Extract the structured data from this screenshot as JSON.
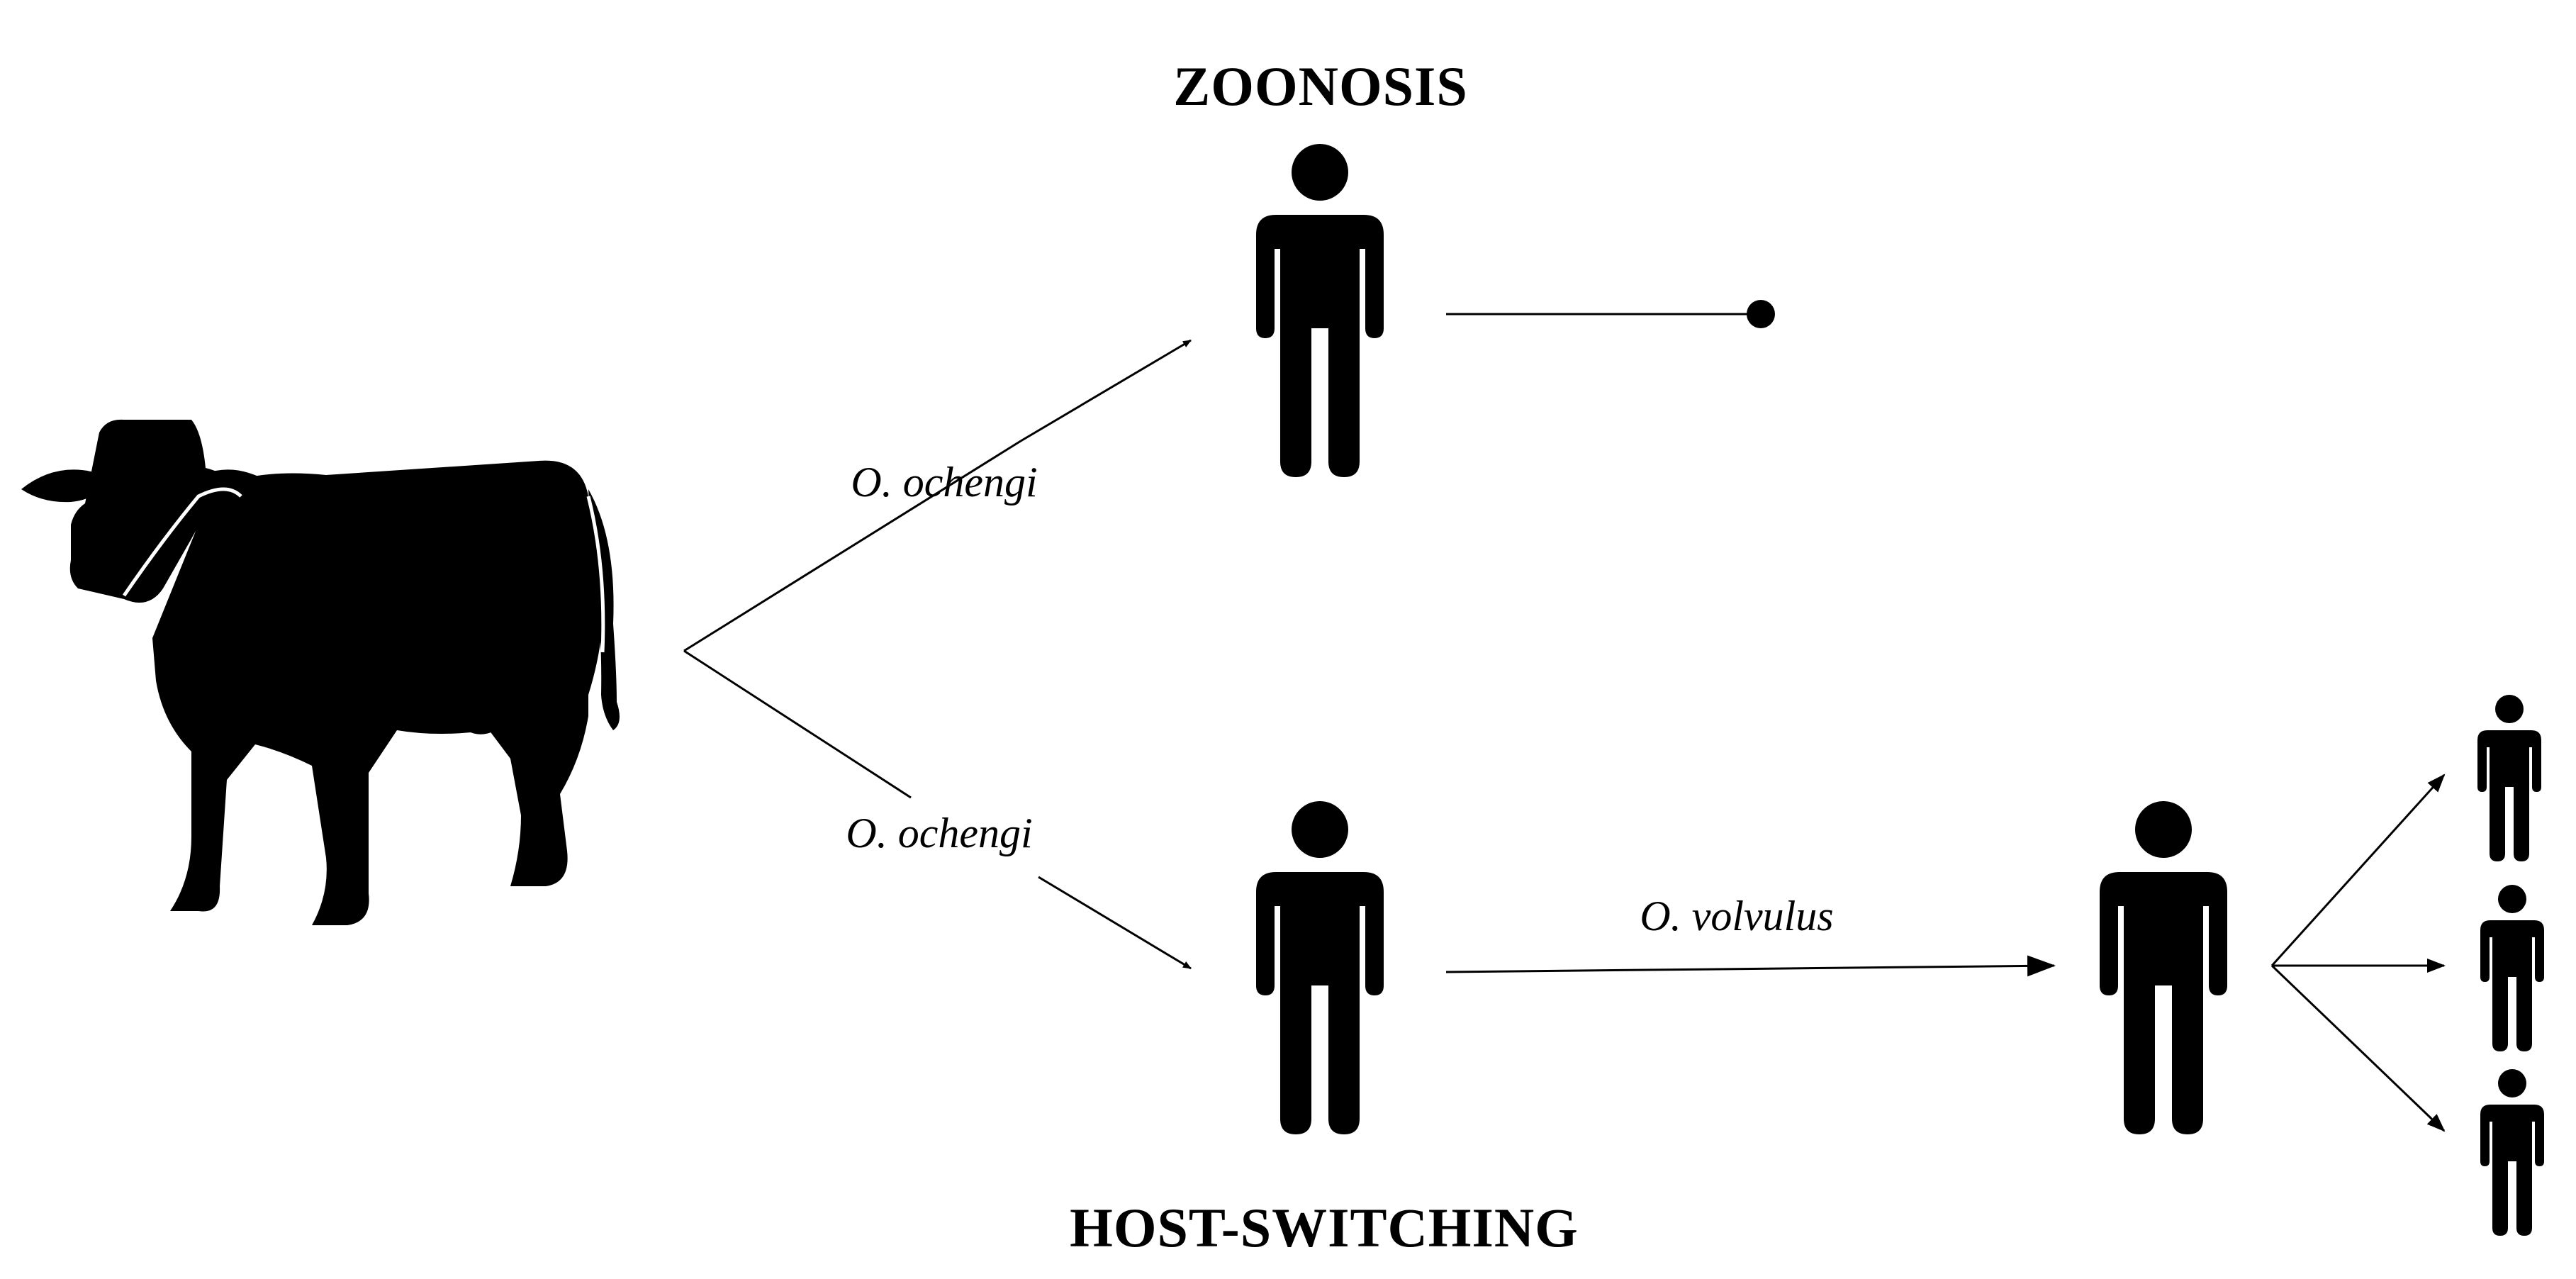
{
  "diagram": {
    "zoonosis_label": "ZOONOSIS",
    "host_switching_label": "HOST-SWITCHING",
    "upper_edge_label": "O. ochengi",
    "lower_edge_label": "O. ochengi",
    "transmission_edge_label": "O. volvulus",
    "source_host": "cow-silhouette",
    "icons": [
      "cow-icon",
      "person-icon",
      "dead-end-dot-icon",
      "arrowhead-icon"
    ],
    "colors": {
      "foreground": "#000000",
      "background": "#ffffff"
    }
  }
}
